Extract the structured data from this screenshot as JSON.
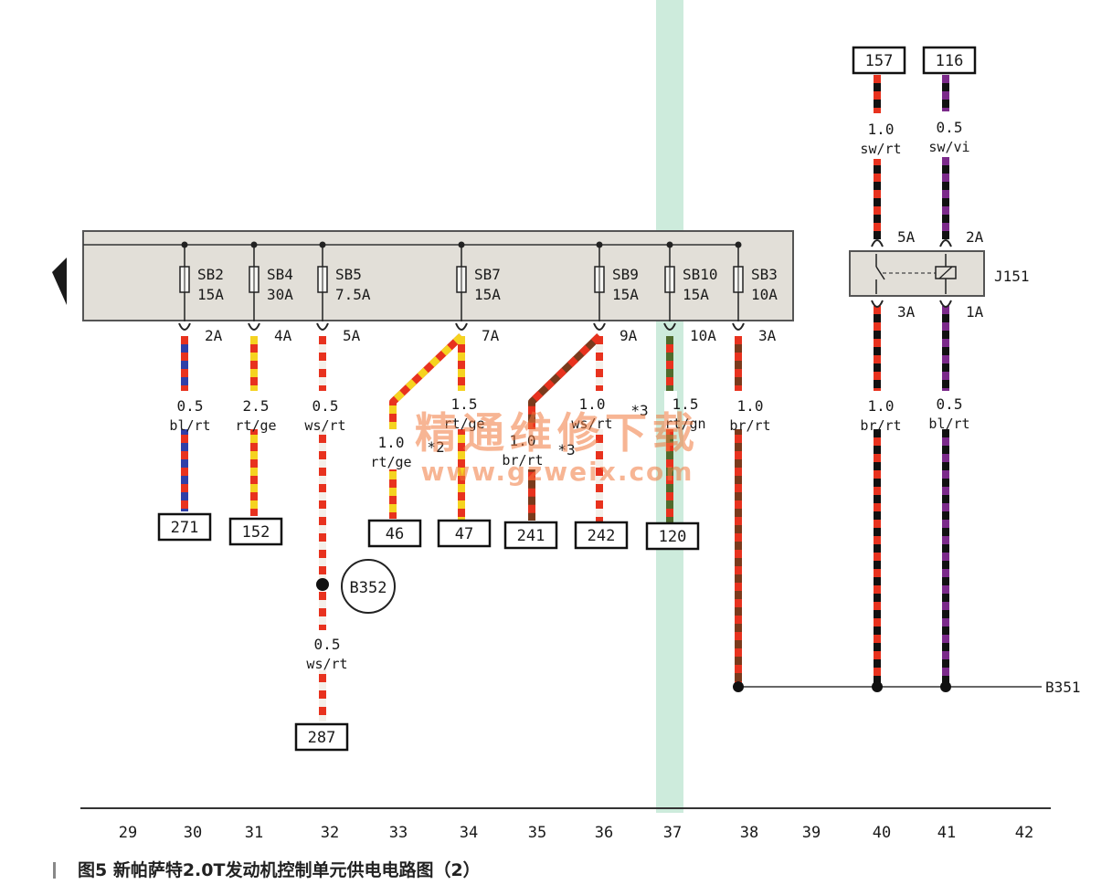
{
  "caption": "图5  新帕萨特2.0T发动机控制单元供电电路图（2）",
  "watermark": {
    "text": "精通维修下载",
    "url": "www.gzweix.com"
  },
  "ground_label": "B351",
  "relay": {
    "name": "J151",
    "pins": [
      "5A",
      "2A",
      "3A",
      "1A"
    ]
  },
  "splice": "B352",
  "notes": [
    "*2",
    "*3"
  ],
  "grid_numbers": [
    "29",
    "30",
    "31",
    "32",
    "33",
    "34",
    "35",
    "36",
    "37",
    "38",
    "39",
    "40",
    "41",
    "42"
  ],
  "fuses": [
    {
      "name": "SB2",
      "rating": "15A",
      "pin": "2A"
    },
    {
      "name": "SB4",
      "rating": "30A",
      "pin": "4A"
    },
    {
      "name": "SB5",
      "rating": "7.5A",
      "pin": "5A"
    },
    {
      "name": "SB7",
      "rating": "15A",
      "pin": "7A"
    },
    {
      "name": "SB9",
      "rating": "15A",
      "pin": "9A"
    },
    {
      "name": "SB10",
      "rating": "15A",
      "pin": "10A"
    },
    {
      "name": "SB3",
      "rating": "10A",
      "pin": "3A"
    }
  ],
  "wires": [
    {
      "size": "0.5",
      "color": "bl/rt",
      "dest": "271"
    },
    {
      "size": "2.5",
      "color": "rt/ge",
      "dest": "152"
    },
    {
      "size": "0.5",
      "color": "ws/rt",
      "dest": "B352"
    },
    {
      "size": "1.0",
      "color": "rt/ge",
      "dest": "46"
    },
    {
      "size": "1.5",
      "color": "rt/ge",
      "dest": "47"
    },
    {
      "size": "1.0",
      "color": "br/rt",
      "dest": "241"
    },
    {
      "size": "1.0",
      "color": "ws/rt",
      "dest": "242"
    },
    {
      "size": "1.5",
      "color": "rt/gn",
      "dest": "120"
    },
    {
      "size": "1.0",
      "color": "br/rt",
      "dest": "B351"
    },
    {
      "size": "0.5",
      "color": "ws/rt",
      "dest": "287"
    },
    {
      "size": "1.0",
      "color": "sw/rt",
      "dest": "157"
    },
    {
      "size": "0.5",
      "color": "sw/vi",
      "dest": "116"
    },
    {
      "size": "1.0",
      "color": "br/rt",
      "dest": "B351"
    },
    {
      "size": "0.5",
      "color": "bl/rt",
      "dest": "B351"
    }
  ],
  "connectors": [
    "271",
    "152",
    "287",
    "46",
    "47",
    "241",
    "242",
    "120",
    "157",
    "116"
  ],
  "colors": {
    "rt": "#e8321e",
    "bl": "#2f3fa8",
    "ge": "#f5d320",
    "ws": "#f4f0ea",
    "gn": "#4f6b2c",
    "br": "#7a3a1c",
    "sw": "#111111",
    "vi": "#7b2a8a",
    "panel": "#e2dfd8",
    "highlight": "#cdebdc"
  }
}
